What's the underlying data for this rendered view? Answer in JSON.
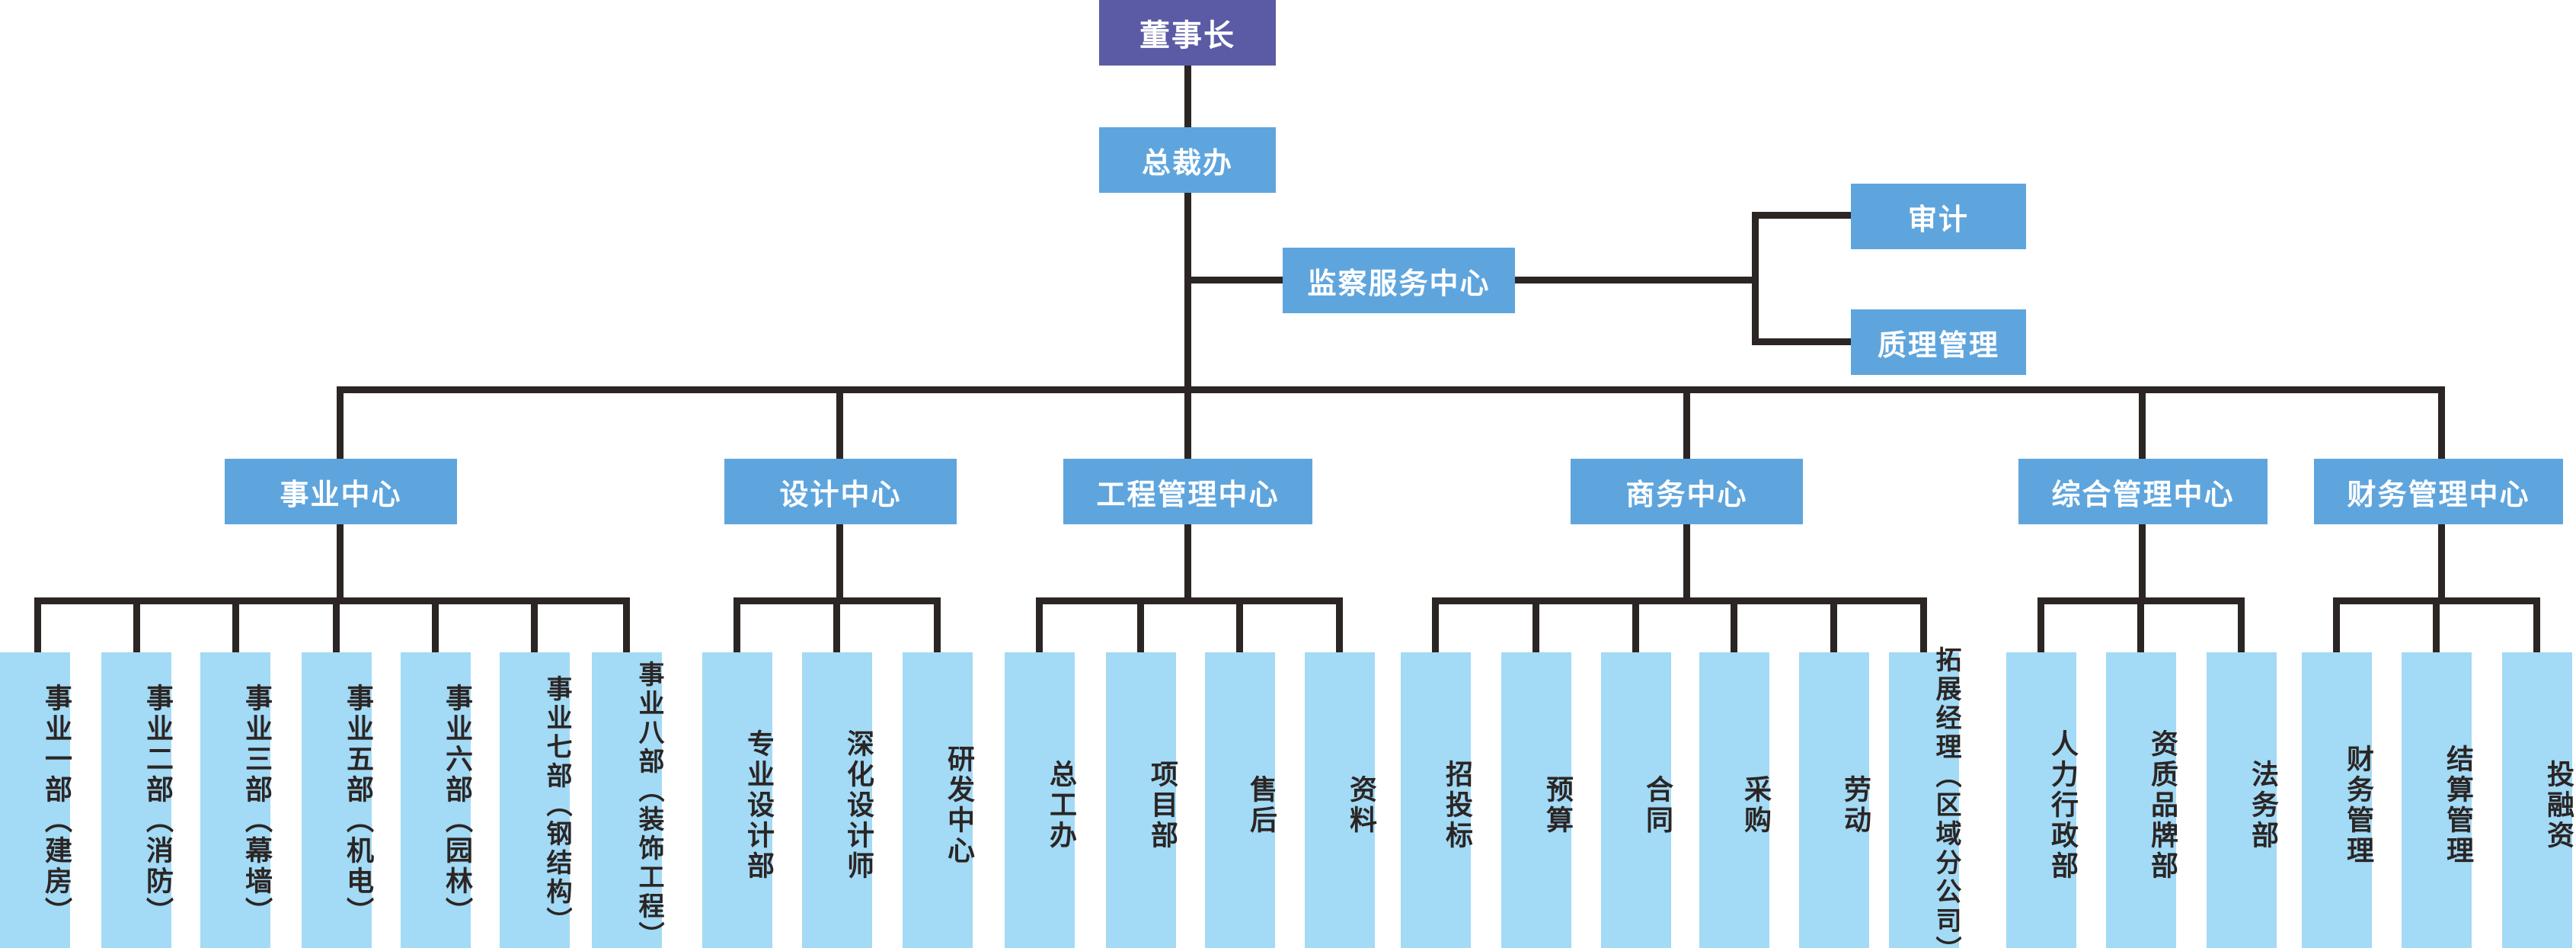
{
  "chart_data": {
    "type": "diagram",
    "diagram_kind": "organizational-chart",
    "title": "",
    "colors": {
      "root_box": "#5b5ba5",
      "mid_box": "#5fa5dd",
      "center_box": "#5fa5dd",
      "leaf_box": "#a3daf5",
      "connector_line": "#2b2524",
      "root_text": "#ffffff",
      "mid_text": "#ffffff",
      "leaf_text": "#2b2524",
      "background": "#ffffff"
    },
    "levels": [
      {
        "level": 0,
        "nodes": [
          "董事长"
        ]
      },
      {
        "level": 1,
        "nodes": [
          "总裁办"
        ]
      },
      {
        "level": 2,
        "nodes": [
          "监察服务中心"
        ]
      },
      {
        "level": 3,
        "nodes": [
          "审计",
          "质理管理"
        ]
      },
      {
        "level": 4,
        "nodes": [
          "事业中心",
          "设计中心",
          "工程管理中心",
          "商务中心",
          "综合管理中心",
          "财务管理中心"
        ]
      },
      {
        "level": 5,
        "nodes": [
          "事业一部（建房）",
          "事业二部（消防）",
          "事业三部（幕墙）",
          "事业五部（机电）",
          "事业六部（园林）",
          "事业七部（钢结构）",
          "事业八部（装饰工程）",
          "专业设计部",
          "深化设计师",
          "研发中心",
          "总工办",
          "项目部",
          "售后",
          "资料",
          "招投标",
          "预算",
          "合同",
          "采购",
          "劳动",
          "拓展经理（区域分公司）",
          "人力行政部",
          "资质品牌部",
          "法务部",
          "财务管理",
          "结算管理",
          "投融资"
        ]
      }
    ]
  },
  "root": {
    "label": "董事长"
  },
  "president_office": {
    "label": "总裁办"
  },
  "supervision": {
    "label": "监察服务中心"
  },
  "supervision_children": [
    {
      "label": "审计"
    },
    {
      "label": "质理管理"
    }
  ],
  "centers": [
    {
      "label": "事业中心",
      "children": [
        {
          "label": "事业一部（建房）"
        },
        {
          "label": "事业二部（消防）"
        },
        {
          "label": "事业三部（幕墙）"
        },
        {
          "label": "事业五部（机电）"
        },
        {
          "label": "事业六部（园林）"
        },
        {
          "label": "事业七部（钢结构）"
        },
        {
          "label": "事业八部（装饰工程）"
        }
      ]
    },
    {
      "label": "设计中心",
      "children": [
        {
          "label": "专业设计部"
        },
        {
          "label": "深化设计师"
        },
        {
          "label": "研发中心"
        }
      ]
    },
    {
      "label": "工程管理中心",
      "children": [
        {
          "label": "总工办"
        },
        {
          "label": "项目部"
        },
        {
          "label": "售后"
        },
        {
          "label": "资料"
        }
      ]
    },
    {
      "label": "商务中心",
      "children": [
        {
          "label": "招投标"
        },
        {
          "label": "预算"
        },
        {
          "label": "合同"
        },
        {
          "label": "采购"
        },
        {
          "label": "劳动"
        },
        {
          "label": "拓展经理（区域分公司）"
        }
      ]
    },
    {
      "label": "综合管理中心",
      "children": [
        {
          "label": "人力行政部"
        },
        {
          "label": "资质品牌部"
        },
        {
          "label": "法务部"
        }
      ]
    },
    {
      "label": "财务管理中心",
      "children": [
        {
          "label": "财务管理"
        },
        {
          "label": "结算管理"
        },
        {
          "label": "投融资"
        }
      ]
    }
  ]
}
